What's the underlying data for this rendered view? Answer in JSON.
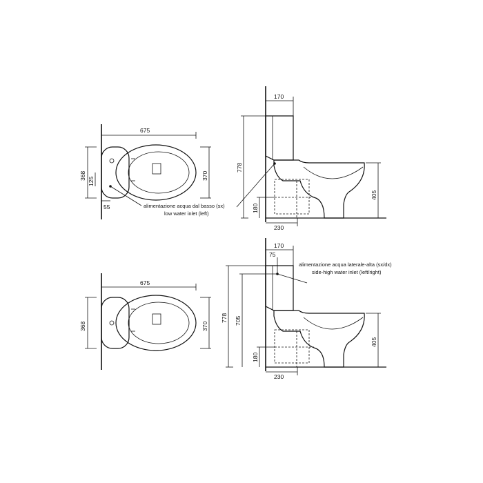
{
  "drawing": {
    "top_plan": {
      "width": "675",
      "depth": "368",
      "right_depth": "370",
      "inlet_offset_y": "125",
      "inlet_offset_x": "55"
    },
    "top_side": {
      "tank_depth": "170",
      "total_height": "778",
      "bowl_height": "405",
      "inlet_height": "180",
      "outlet_distance": "230"
    },
    "top_note": {
      "it": "alimentazione acqua dal basso (sx)",
      "en": "low water inlet (left)"
    },
    "bottom_plan": {
      "width": "675",
      "depth": "368",
      "right_depth": "370"
    },
    "bottom_side": {
      "tank_depth": "170",
      "inlet_offset": "75",
      "total_height": "778",
      "inlet_height_side": "705",
      "bowl_height": "405",
      "outlet_height": "180",
      "outlet_distance": "230"
    },
    "bottom_note": {
      "it": "alimentazione acqua laterale-alta (sx/dx)",
      "en": "side-high water inlet (left/right)"
    }
  }
}
